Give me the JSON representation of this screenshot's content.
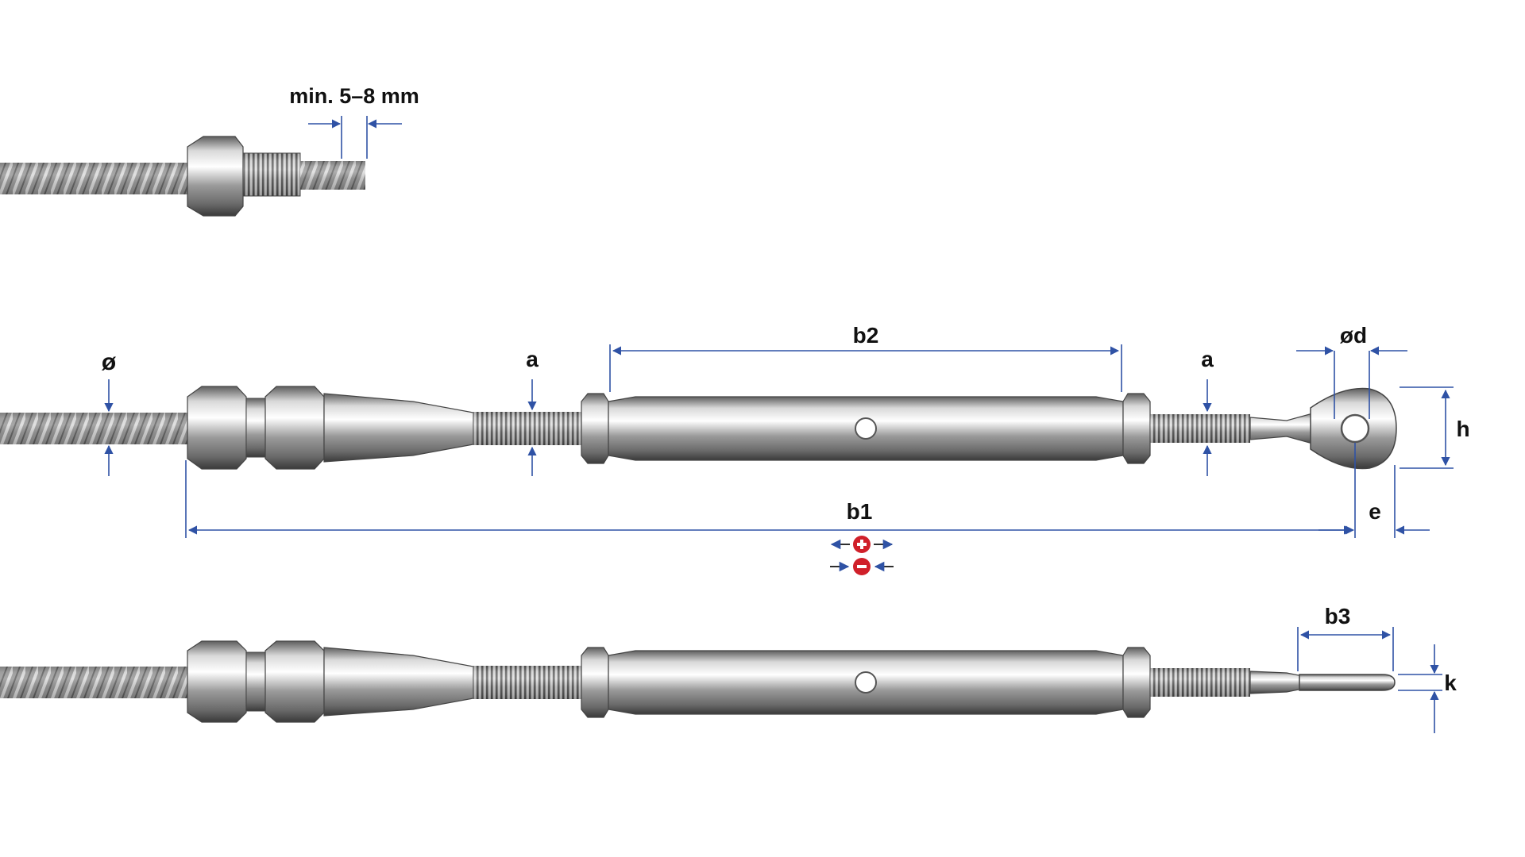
{
  "labels": {
    "min_length": "min. 5–8 mm",
    "diameter": "ø",
    "a_left": "a",
    "a_right": "a",
    "b1": "b1",
    "b2": "b2",
    "b3": "b3",
    "eye_diameter": "ød",
    "h": "h",
    "e": "e",
    "k": "k"
  },
  "colors": {
    "dimension_lines": "#2f52a5",
    "adjust_symbols": "#d0202a"
  },
  "icons": {
    "extend": "plus-circle-icon",
    "shorten": "minus-circle-icon"
  }
}
